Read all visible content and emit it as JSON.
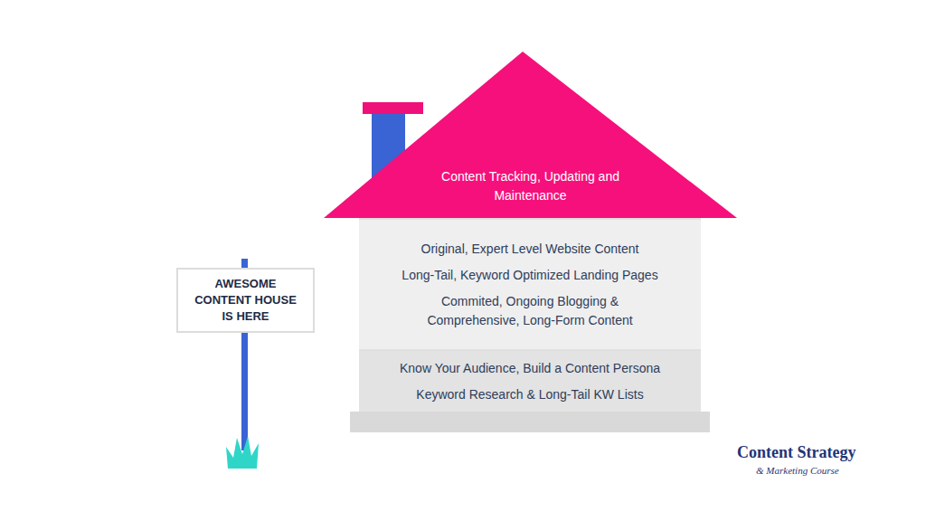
{
  "diagram": {
    "nodes": [
      {
        "text": [
          "Content Tracking, Updating and Maintenance"
        ]
      },
      {
        "text": [
          "Original, Expert Level Website Content",
          "Long-Tail, Keyword Optimized Landing Pages",
          "Commited, Ongoing Blogging & Comprehensive, Long-Form Content"
        ]
      },
      {
        "text": [
          "Know Your Audience, Build a Content Persona",
          "Keyword Research & Long-Tail KW Lists"
        ]
      },
      {
        "text": [
          "AWESOME CONTENT HOUSE IS HERE"
        ]
      }
    ],
    "labels": [
      "Content Strategy",
      "& Marketing Course"
    ]
  }
}
